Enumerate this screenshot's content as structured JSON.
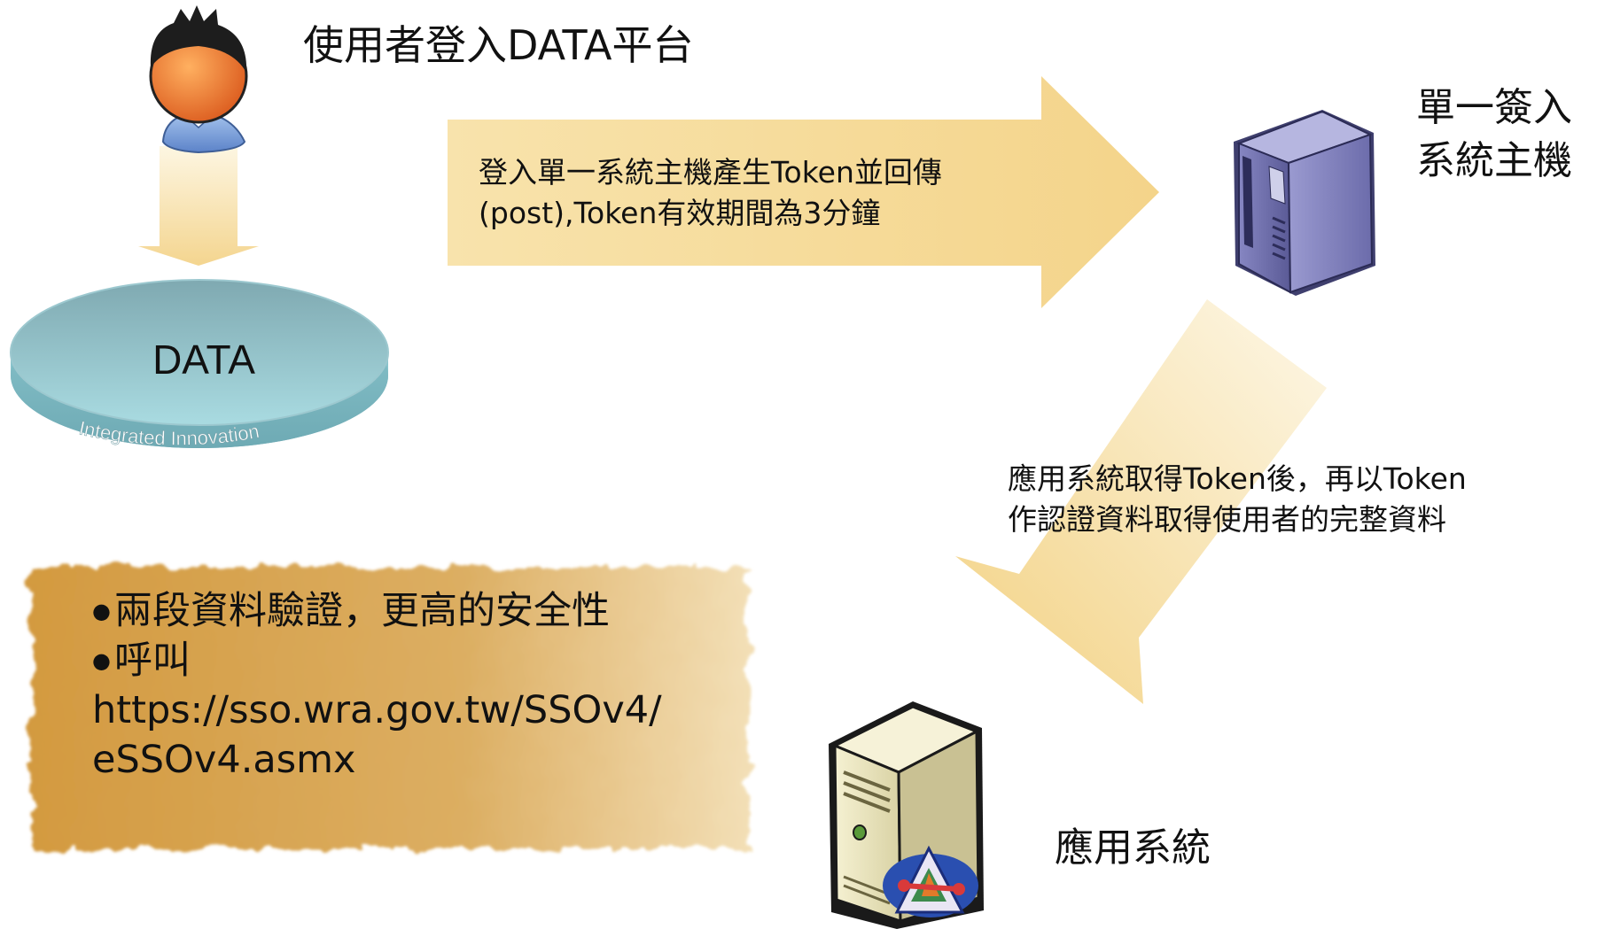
{
  "steps": {
    "user_login": "使用者登入DATA平台",
    "token_request": {
      "line1": "登入單一系統主機產生Token並回傳",
      "line2": "(post),Token有效期間為3分鐘"
    },
    "token_verify": {
      "line1": "應用系統取得Token後，再以Token",
      "line2": "作認證資料取得使用者的完整資料"
    }
  },
  "nodes": {
    "data_platform": {
      "label": "DATA",
      "tagline": "Integrated Innovation"
    },
    "sso_host": {
      "line1": "單一簽入",
      "line2": "系統主機"
    },
    "app_system": "應用系統"
  },
  "note": {
    "bullet_glyph": "●",
    "item1": "兩段資料驗證，更高的安全性",
    "item2": "呼叫",
    "url_line1": "https://sso.wra.gov.tw/SSOv4/",
    "url_line2": "eSSOv4.asmx"
  },
  "colors": {
    "arrow_fill": "#f7dc98",
    "note_fill": "#d7a24d",
    "disc_fill": "#8fc6ce",
    "server_purple": "#6e6ea6",
    "server_beige": "#ece6bd"
  }
}
